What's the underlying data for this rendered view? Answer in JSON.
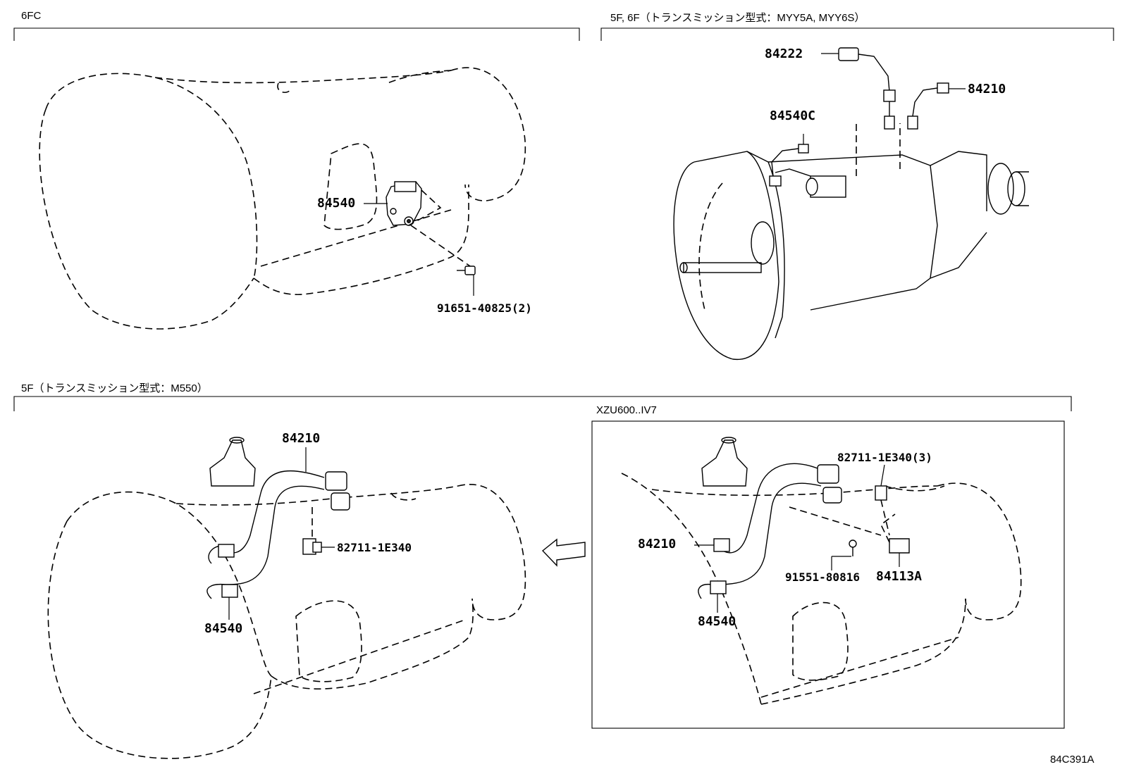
{
  "sections": {
    "top_left": {
      "header": "6FC"
    },
    "top_right": {
      "header": "5F, 6F（トランスミッション型式：MYY5A, MYY6S）"
    },
    "bottom": {
      "header": "5F（トランスミッション型式：M550）"
    },
    "inset": {
      "header": "XZU600..IV7"
    }
  },
  "labels": {
    "tl_84540": "84540",
    "tl_91651": "91651-40825(2)",
    "tr_84222": "84222",
    "tr_84210": "84210",
    "tr_84540C": "84540C",
    "bl_84210": "84210",
    "bl_82711": "82711-1E340",
    "bl_84540": "84540",
    "br_82711": "82711-1E340(3)",
    "br_84210": "84210",
    "br_91551": "91551-80816",
    "br_84113A": "84113A",
    "br_84540": "84540"
  },
  "footer": {
    "code": "84C391A"
  }
}
